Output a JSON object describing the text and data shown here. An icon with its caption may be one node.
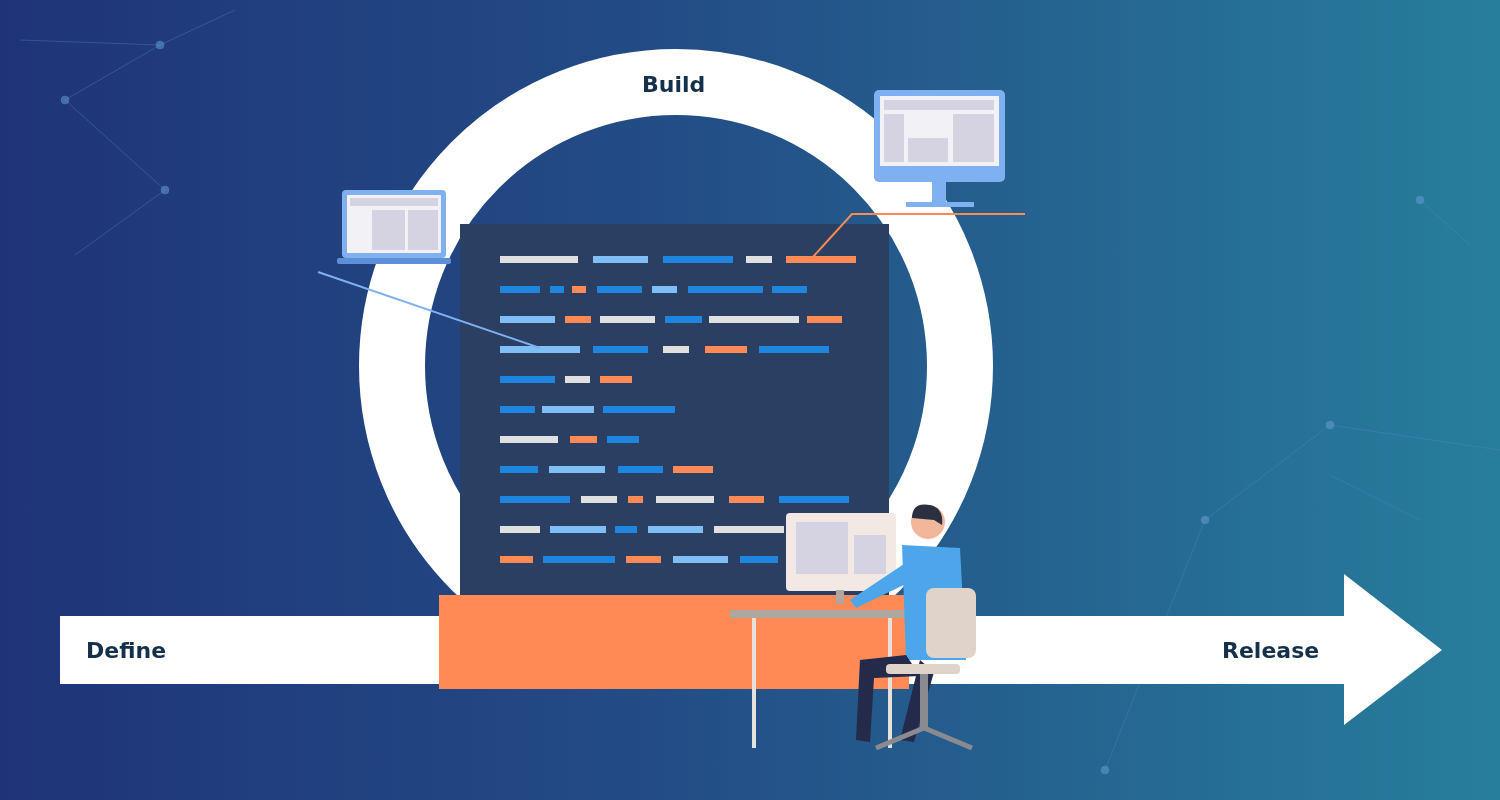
{
  "diagram": {
    "labels": [
      "Build",
      "Define",
      "Release"
    ]
  }
}
